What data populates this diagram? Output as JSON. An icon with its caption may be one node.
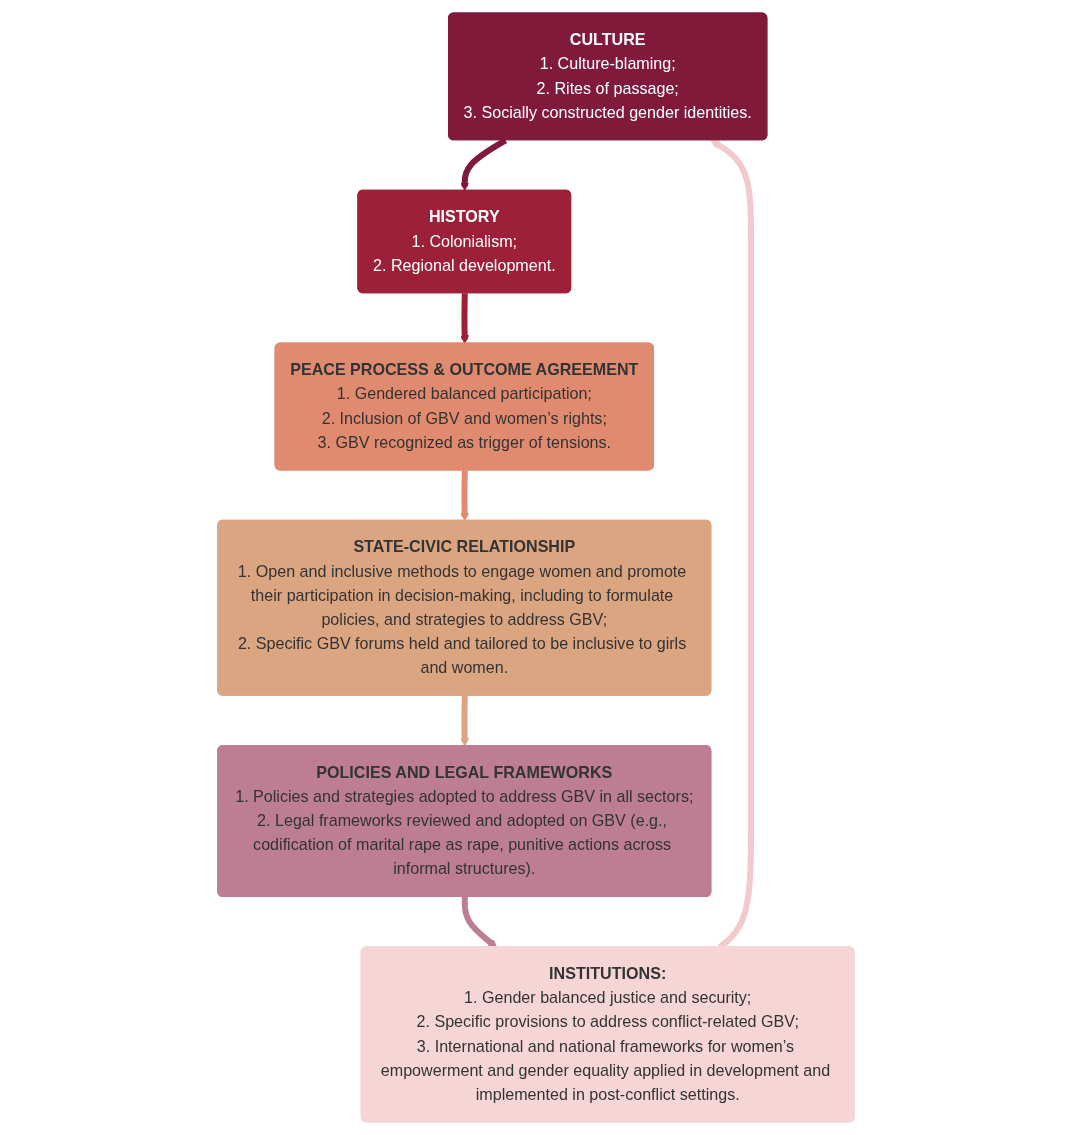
{
  "diagram": {
    "nodes": [
      {
        "text": [
          "CULTURE",
          "1. Culture-blaming;",
          "2. Rites of passage;",
          "3. Socially constructed gender identities."
        ]
      },
      {
        "text": [
          "HISTORY",
          "1. Colonialism;",
          "2. Regional development."
        ]
      },
      {
        "text": [
          "PEACE PROCESS & OUTCOME AGREEMENT",
          "1. Gendered balanced participation;",
          "2. Inclusion of GBV and women’s rights;",
          "3. GBV recognized as trigger of tensions."
        ]
      },
      {
        "text": [
          "STATE-CIVIC RELATIONSHIP",
          "1. Open and inclusive methods to engage women and promote their participation in decision-making, including to formulate policies, and strategies to address GBV;",
          "2. Specific GBV forums held and tailored to be inclusive to girls and women."
        ]
      },
      {
        "text": [
          "POLICIES AND LEGAL FRAMEWORKS",
          "1. Policies and strategies adopted to address GBV in all sectors;",
          "2. Legal frameworks reviewed and adopted on GBV (e.g., codification of marital rape as rape, punitive actions across informal structures)."
        ]
      },
      {
        "text": [
          "INSTITUTIONS:",
          "1. Gender balanced justice and security;",
          "2. Specific provisions to address conflict-related GBV;",
          "3. International and national frameworks for women’s empowerment and gender equality applied in development and implemented in post-conflict settings."
        ]
      }
    ],
    "edges": [
      {
        "from": 0,
        "to": 1,
        "arrow": "to",
        "color": "#7f1a3a"
      },
      {
        "from": 1,
        "to": 2,
        "arrow": "to",
        "color": "#9b2038"
      },
      {
        "from": 2,
        "to": 3,
        "arrow": "to",
        "color": "#e08a70"
      },
      {
        "from": 3,
        "to": 4,
        "arrow": "to",
        "color": "#dca582"
      },
      {
        "from": 4,
        "to": 5,
        "arrow": "to",
        "color": "#bd7d92"
      },
      {
        "from": 5,
        "to": 0,
        "arrow": "to",
        "color": "#f2c9cc"
      }
    ]
  }
}
